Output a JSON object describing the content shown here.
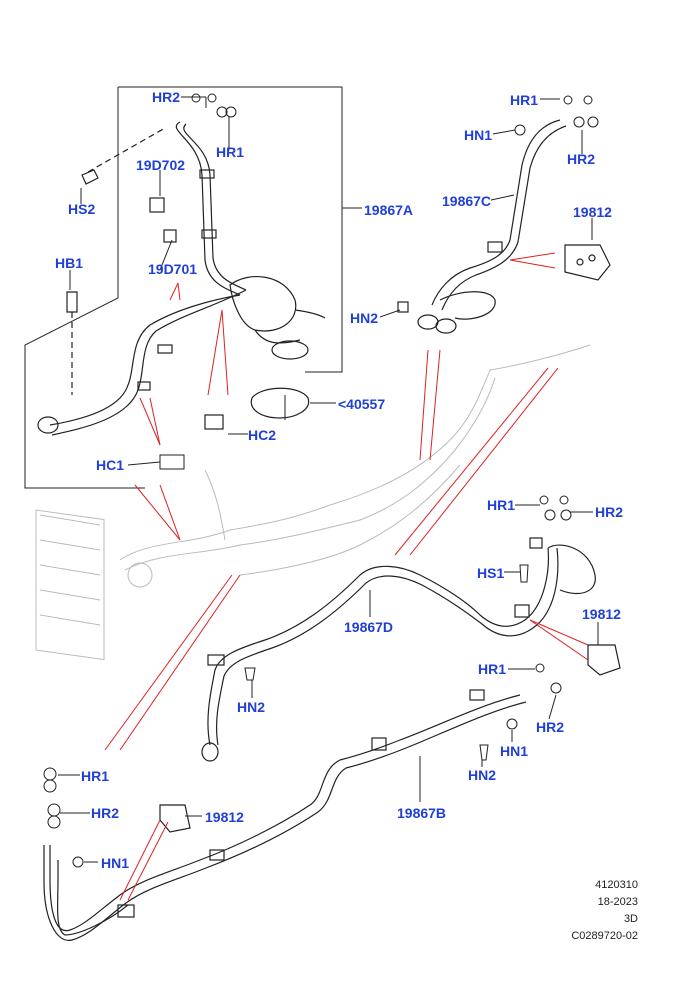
{
  "colors": {
    "callout": "#1f3fd6",
    "leader": "#e02020",
    "line": "#222222"
  },
  "callouts": {
    "hr2_top": "HR2",
    "hr1_top": "HR1",
    "d702": "19D702",
    "hs2": "HS2",
    "a19867": "19867A",
    "hb1": "HB1",
    "d701": "19D701",
    "hc2": "HC2",
    "n40557": "<40557",
    "hc1": "HC1",
    "hr1_tr": "HR1",
    "hn1_tr": "HN1",
    "hr2_tr": "HR2",
    "c19867": "19867C",
    "p19812_tr": "19812",
    "hn2_mid": "HN2",
    "hr1_r": "HR1",
    "hr2_r": "HR2",
    "hs1": "HS1",
    "d19867": "19867D",
    "p19812_r": "19812",
    "hn2_l": "HN2",
    "hr1_br": "HR1",
    "hr2_br": "HR2",
    "hn1_br": "HN1",
    "hn2_br": "HN2",
    "b19867": "19867B",
    "hr1_bl": "HR1",
    "hr2_bl": "HR2",
    "p19812_bl": "19812",
    "hn1_bl": "HN1"
  },
  "footer": {
    "line1": "4120310",
    "line2": "18-2023",
    "line3": "3D",
    "line4": "C0289720-02"
  }
}
